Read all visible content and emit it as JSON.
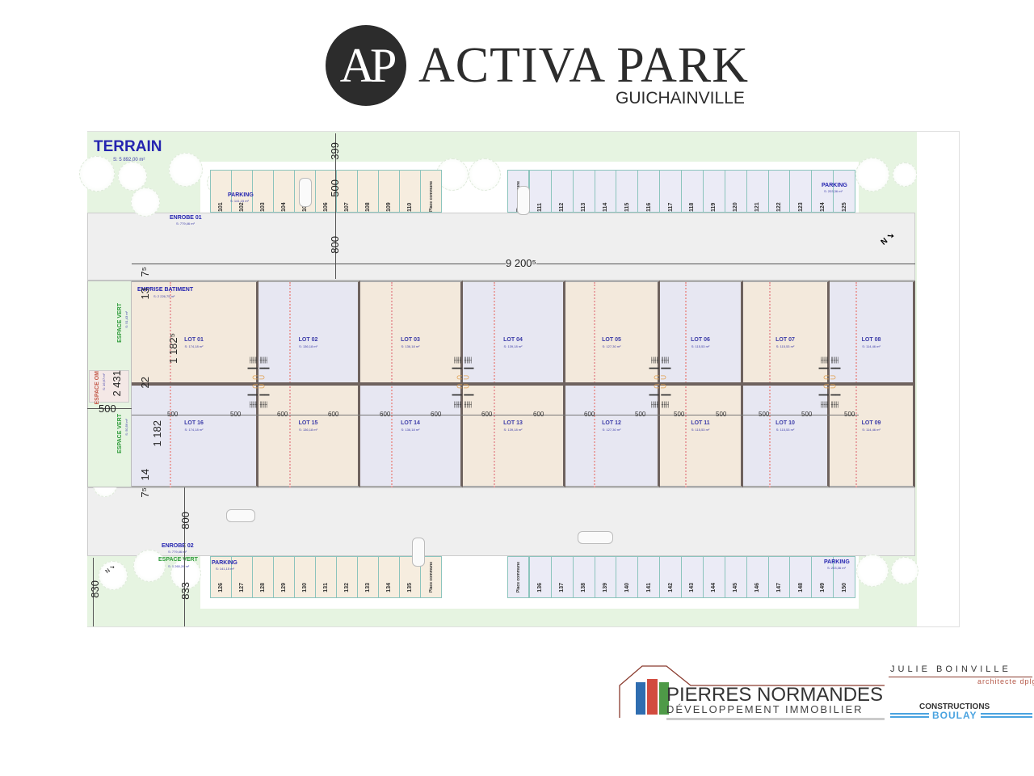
{
  "header": {
    "logo_monogram": "AP",
    "brand": "ACTIVA PARK",
    "city": "GUICHAINVILLE"
  },
  "plan": {
    "terrain": {
      "label": "TERRAIN",
      "area": "S: 5 892,00 m²"
    },
    "enrobe_01": {
      "label": "ENROBE 01",
      "area": "S: 779,46 m²"
    },
    "enrobe_02": {
      "label": "ENROBE 02",
      "area": "S: 779,46 m²"
    },
    "emprise": {
      "label": "EMPRISE BATIMENT",
      "area": "S: 2 226,75 m²"
    },
    "espace_vert_top": {
      "label": "ESPACE VERT",
      "area": "S: 51,43 m²"
    },
    "espace_vert_mid": {
      "label": "ESPACE VERT",
      "area": "S: 50,56 m²"
    },
    "espace_vert_bottom": {
      "label": "ESPACE VERT",
      "area": "S: 1 260,26 m²"
    },
    "espace_om": {
      "label": "ESPACE OM",
      "area": "S: 16,67 m²"
    },
    "parking_top_left": {
      "label": "PARKING",
      "area": "S: 141,15 m²"
    },
    "parking_top_right": {
      "label": "PARKING",
      "area": "S: 203,36 m²"
    },
    "parking_bottom_left": {
      "label": "PARKING",
      "area": "S: 141,15 m²"
    },
    "parking_bottom_right": {
      "label": "PARKING",
      "area": "S: 203,36 m²"
    },
    "common_place": "Place commune",
    "stalls_top_left": [
      "101",
      "102",
      "103",
      "104",
      "105",
      "106",
      "107",
      "108",
      "109",
      "110"
    ],
    "stalls_top_right": [
      "111",
      "112",
      "113",
      "114",
      "115",
      "116",
      "117",
      "118",
      "119",
      "120",
      "121",
      "122",
      "123",
      "124",
      "125"
    ],
    "stalls_bottom_left": [
      "126",
      "127",
      "128",
      "129",
      "130",
      "131",
      "132",
      "133",
      "134",
      "135"
    ],
    "stalls_bottom_right": [
      "136",
      "137",
      "138",
      "139",
      "140",
      "141",
      "142",
      "143",
      "144",
      "145",
      "146",
      "147",
      "148",
      "149",
      "150"
    ],
    "lots_top": [
      {
        "name": "LOT 01",
        "area": "S: 174,18 m²",
        "color": "#f3e9dc"
      },
      {
        "name": "LOT 02",
        "area": "S: 136,18 m²",
        "color": "#e7e7f2"
      },
      {
        "name": "LOT 03",
        "area": "S: 136,18 m²",
        "color": "#f3e9dc"
      },
      {
        "name": "LOT 04",
        "area": "S: 139,18 m²",
        "color": "#e7e7f2"
      },
      {
        "name": "LOT 05",
        "area": "S: 127,30 m²",
        "color": "#f3e9dc"
      },
      {
        "name": "LOT 06",
        "area": "S: 115,53 m²",
        "color": "#e7e7f2"
      },
      {
        "name": "LOT 07",
        "area": "S: 115,53 m²",
        "color": "#f3e9dc"
      },
      {
        "name": "LOT 08",
        "area": "S: 114,46 m²",
        "color": "#e7e7f2"
      }
    ],
    "lots_bottom": [
      {
        "name": "LOT 16",
        "area": "S: 174,18 m²",
        "color": "#e7e7f2"
      },
      {
        "name": "LOT 15",
        "area": "S: 136,18 m²",
        "color": "#f3e9dc"
      },
      {
        "name": "LOT 14",
        "area": "S: 136,18 m²",
        "color": "#e7e7f2"
      },
      {
        "name": "LOT 13",
        "area": "S: 139,18 m²",
        "color": "#f3e9dc"
      },
      {
        "name": "LOT 12",
        "area": "S: 127,30 m²",
        "color": "#e7e7f2"
      },
      {
        "name": "LOT 11",
        "area": "S: 115,53 m²",
        "color": "#f3e9dc"
      },
      {
        "name": "LOT 10",
        "area": "S: 115,53 m²",
        "color": "#e7e7f2"
      },
      {
        "name": "LOT 09",
        "area": "S: 114,46 m²",
        "color": "#f3e9dc"
      }
    ],
    "dimensions": {
      "d399": "399",
      "d500_top": "500",
      "d800_top": "800",
      "total_length": "9 200⁵",
      "d75_top": "7⁵",
      "d13": "13",
      "d1182_5": "1 182⁵",
      "d22": "22",
      "d2431": "2 431",
      "d500_left": "500",
      "d1182": "1 182",
      "d14": "14",
      "d75_bottom": "7⁵",
      "d800_bottom": "800",
      "d830": "830",
      "d833": "833",
      "lot_widths": [
        "500",
        "500",
        "600",
        "600",
        "600",
        "600",
        "600",
        "600",
        "600",
        "500",
        "500",
        "500",
        "500",
        "500",
        "500"
      ]
    },
    "north_label": "N"
  },
  "footer": {
    "pierres_title": "PIERRES NORMANDES",
    "pierres_sub": "DÉVELOPPEMENT IMMOBILIER",
    "julie": "JULIE BOINVILLE",
    "julie_sub": "architecte dplg",
    "constructions": "CONSTRUCTIONS",
    "boulay": "BOULAY"
  }
}
